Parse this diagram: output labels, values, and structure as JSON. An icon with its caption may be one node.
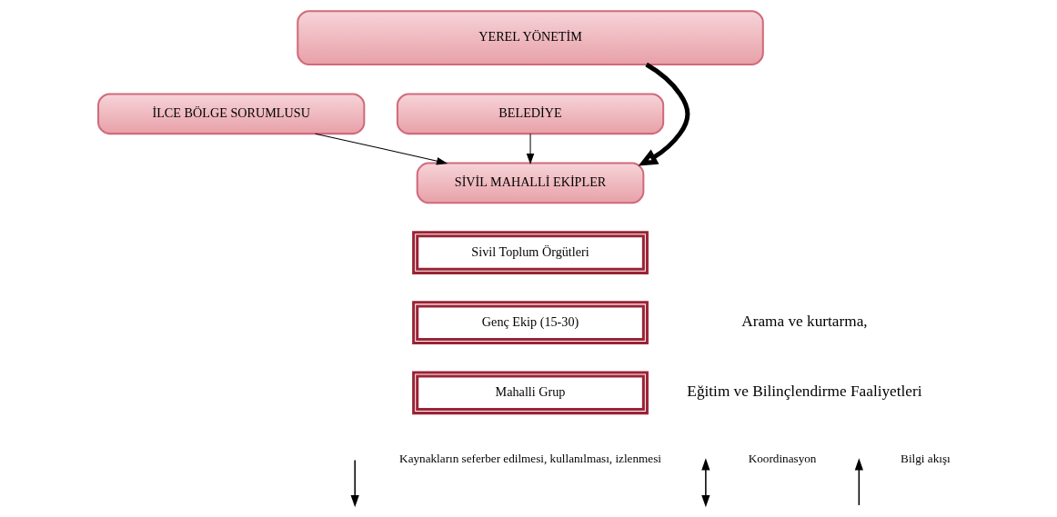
{
  "diagram": {
    "nodes": [
      {
        "text": [
          "YEREL YÖNETİM"
        ]
      },
      {
        "text": [
          "İLCE BÖLGE SORUMLUSU"
        ]
      },
      {
        "text": [
          "BELEDİYE"
        ]
      },
      {
        "text": [
          "SİVİL MAHALLİ EKİPLER"
        ]
      },
      {
        "text": [
          "Sivil Toplum Örgütleri"
        ]
      },
      {
        "text": [
          "Genç Ekip (15-30)"
        ]
      },
      {
        "text": [
          "Mahalli Grup"
        ]
      }
    ],
    "edges": [
      {
        "from": 0,
        "to": 3,
        "arrow": "to",
        "style": "thick"
      },
      {
        "from": 1,
        "to": 3,
        "arrow": "to"
      },
      {
        "from": 2,
        "to": 3,
        "arrow": "to"
      }
    ],
    "labels": [
      "Arama ve kurtarma,",
      "Eğitim ve Bilinçlendirme Faaliyetleri"
    ],
    "legend": [
      {
        "text": "Kaynakların seferber edilmesi, kullanılması, izlenmesi"
      },
      {
        "text": "Koordinasyon"
      },
      {
        "text": "Bilgi akışı"
      }
    ]
  }
}
